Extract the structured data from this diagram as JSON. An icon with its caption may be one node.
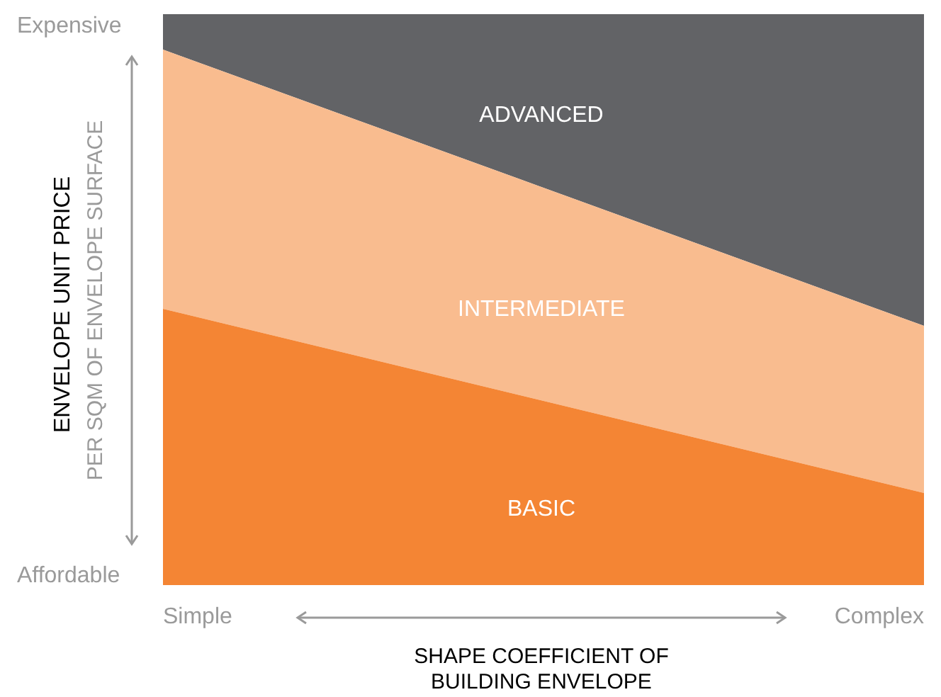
{
  "diagram": {
    "nodes": [
      {
        "text": [
          "ADVANCED"
        ]
      },
      {
        "text": [
          "INTERMEDIATE"
        ]
      },
      {
        "text": [
          "BASIC"
        ]
      }
    ],
    "labels": [
      "Expensive",
      "Affordable",
      "ENVELOPE UNIT PRICE",
      "PER SQM OF ENVELOPE SURFACE",
      "Simple",
      "Complex",
      "SHAPE COEFFICIENT OF BUILDING ENVELOPE"
    ]
  }
}
